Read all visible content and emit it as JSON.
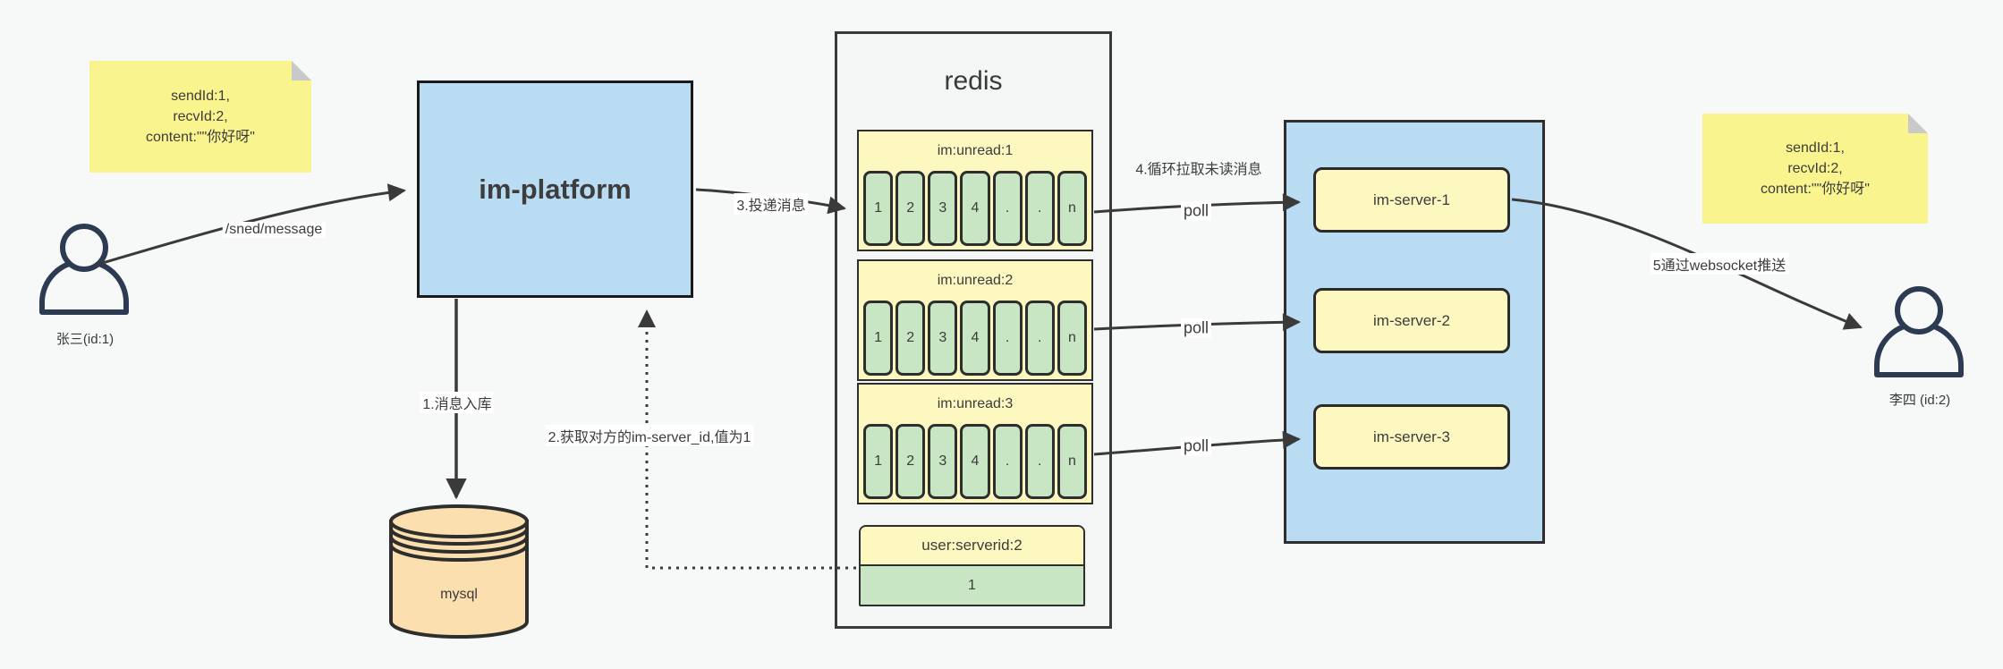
{
  "colors": {
    "bg": "#f7f8f8",
    "panel": "#f4f5f5",
    "blue": "#b9dcf3",
    "note-yellow": "#faf48f",
    "pale-yellow": "#fcf8c0",
    "green": "#c8e5c4",
    "peach": "#fbdfaf",
    "stroke": "#3a3a3a",
    "ink": "#333333",
    "person": "#2c3a52",
    "fold": "#c9c9c9"
  },
  "notes": {
    "left": {
      "line1": "sendId:1,",
      "line2": "recvId:2,",
      "line3": "content:\"\"你好呀\""
    },
    "right": {
      "line1": "sendId:1,",
      "line2": "recvId:2,",
      "line3": "content:\"\"你好呀\""
    }
  },
  "actors": {
    "sender": "张三(id:1)",
    "receiver": "李四 (id:2)"
  },
  "nodes": {
    "platform": "im-platform",
    "mysql": "mysql",
    "redis_title": "redis",
    "servers": [
      "im-server-1",
      "im-server-2",
      "im-server-3"
    ]
  },
  "redis": {
    "queues": [
      {
        "header": "im:unread:1",
        "cells": [
          "1",
          "2",
          "3",
          "4",
          ".",
          ".",
          "n"
        ]
      },
      {
        "header": "im:unread:2",
        "cells": [
          "1",
          "2",
          "3",
          "4",
          ".",
          ".",
          "n"
        ]
      },
      {
        "header": "im:unread:3",
        "cells": [
          "1",
          "2",
          "3",
          "4",
          ".",
          ".",
          "n"
        ]
      }
    ],
    "mapping": {
      "header": "user:serverid:2",
      "value": "1"
    }
  },
  "edges": {
    "send": "/sned/message",
    "store": "1.消息入库",
    "lookup": "2.获取对方的im-server_id,值为1",
    "deliver": "3.投递消息",
    "pull": "4.循环拉取未读消息",
    "poll": "poll",
    "push": "5通过websocket推送"
  }
}
